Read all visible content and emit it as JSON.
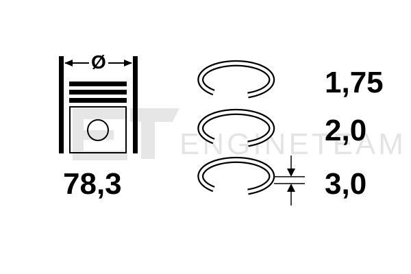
{
  "watermark": {
    "logo": "ET",
    "text": "ENGINETEAM",
    "color": "#e4e4e4"
  },
  "piston": {
    "diameter_symbol": "Ø",
    "diameter_value": "78,3"
  },
  "rings": [
    {
      "label": "compression-ring-1",
      "thickness": "1,75"
    },
    {
      "label": "compression-ring-2",
      "thickness": "2,0"
    },
    {
      "label": "oil-ring",
      "thickness": "3,0"
    }
  ],
  "colors": {
    "line": "#000000",
    "background": "#ffffff"
  }
}
